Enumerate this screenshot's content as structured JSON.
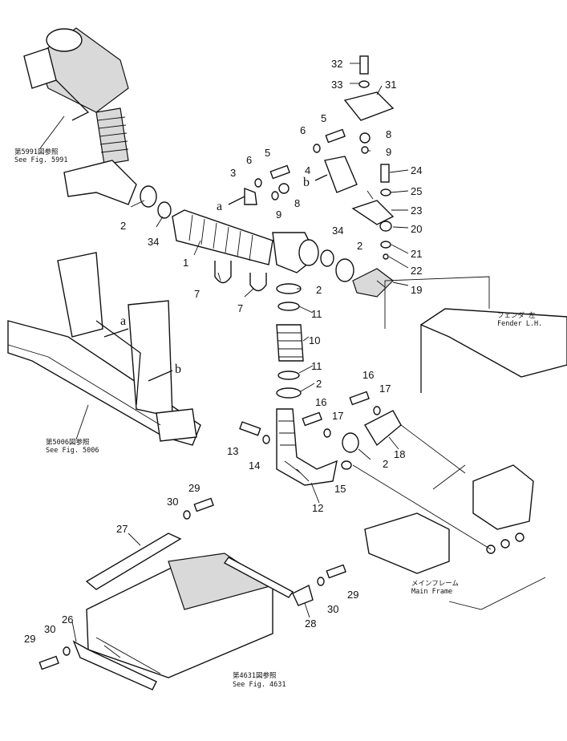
{
  "callouts": {
    "n1": "1",
    "n2a": "2",
    "n2b": "2",
    "n2c": "2",
    "n2d": "2",
    "n2e": "2",
    "n3": "3",
    "n4": "4",
    "n5a": "5",
    "n5b": "5",
    "n6a": "6",
    "n6b": "6",
    "n7a": "7",
    "n7b": "7",
    "n8a": "8",
    "n8b": "8",
    "n9a": "9",
    "n9b": "9",
    "n10": "10",
    "n11a": "11",
    "n11b": "11",
    "n12": "12",
    "n13": "13",
    "n14": "14",
    "n15": "15",
    "n16a": "16",
    "n16b": "16",
    "n17a": "17",
    "n17b": "17",
    "n18": "18",
    "n19": "19",
    "n20": "20",
    "n21": "21",
    "n22": "22",
    "n23": "23",
    "n24": "24",
    "n25": "25",
    "n26": "26",
    "n27": "27",
    "n28": "28",
    "n29a": "29",
    "n29b": "29",
    "n29c": "29",
    "n30a": "30",
    "n30b": "30",
    "n30c": "30",
    "n31": "31",
    "n32": "32",
    "n33": "33",
    "n34a": "34",
    "n34b": "34"
  },
  "letters": {
    "a1": "a",
    "a2": "a",
    "b1": "b",
    "b2": "b"
  },
  "notes": {
    "fig5991_jp": "第5991図参照",
    "fig5991_en": "See Fig. 5991",
    "fig5006_jp": "第5006図参照",
    "fig5006_en": "See Fig. 5006",
    "fig4631_jp": "第4631図参照",
    "fig4631_en": "See Fig. 4631",
    "fender_jp": "フェンダ 左",
    "fender_en": "Fender L.H.",
    "mainframe_jp": "メインフレーム",
    "mainframe_en": "Main Frame"
  }
}
